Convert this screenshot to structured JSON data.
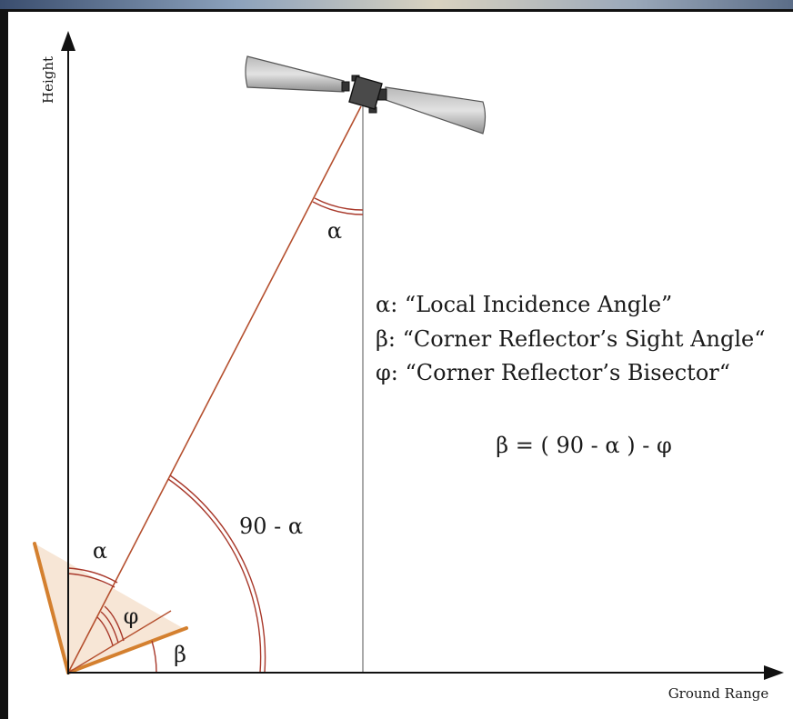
{
  "axes": {
    "y_label": "Height",
    "x_label": "Ground Range"
  },
  "angles": {
    "alpha": "α",
    "complement": "90 - α",
    "phi": "φ",
    "beta": "β"
  },
  "legend": [
    "α: “Local Incidence Angle”",
    "β: “Corner Reflector’s Sight Angle“",
    "φ: “Corner Reflector’s Bisector“"
  ],
  "formula": "β = ( 90 - α ) - φ",
  "colors": {
    "ray": "#b5502f",
    "arc": "#a8382a",
    "reflector_edge": "#d4802f",
    "reflector_fill": "#f7e6d6",
    "nadir": "#a9a9a9",
    "axis": "#111111",
    "satellite": "#8a8a8a"
  }
}
